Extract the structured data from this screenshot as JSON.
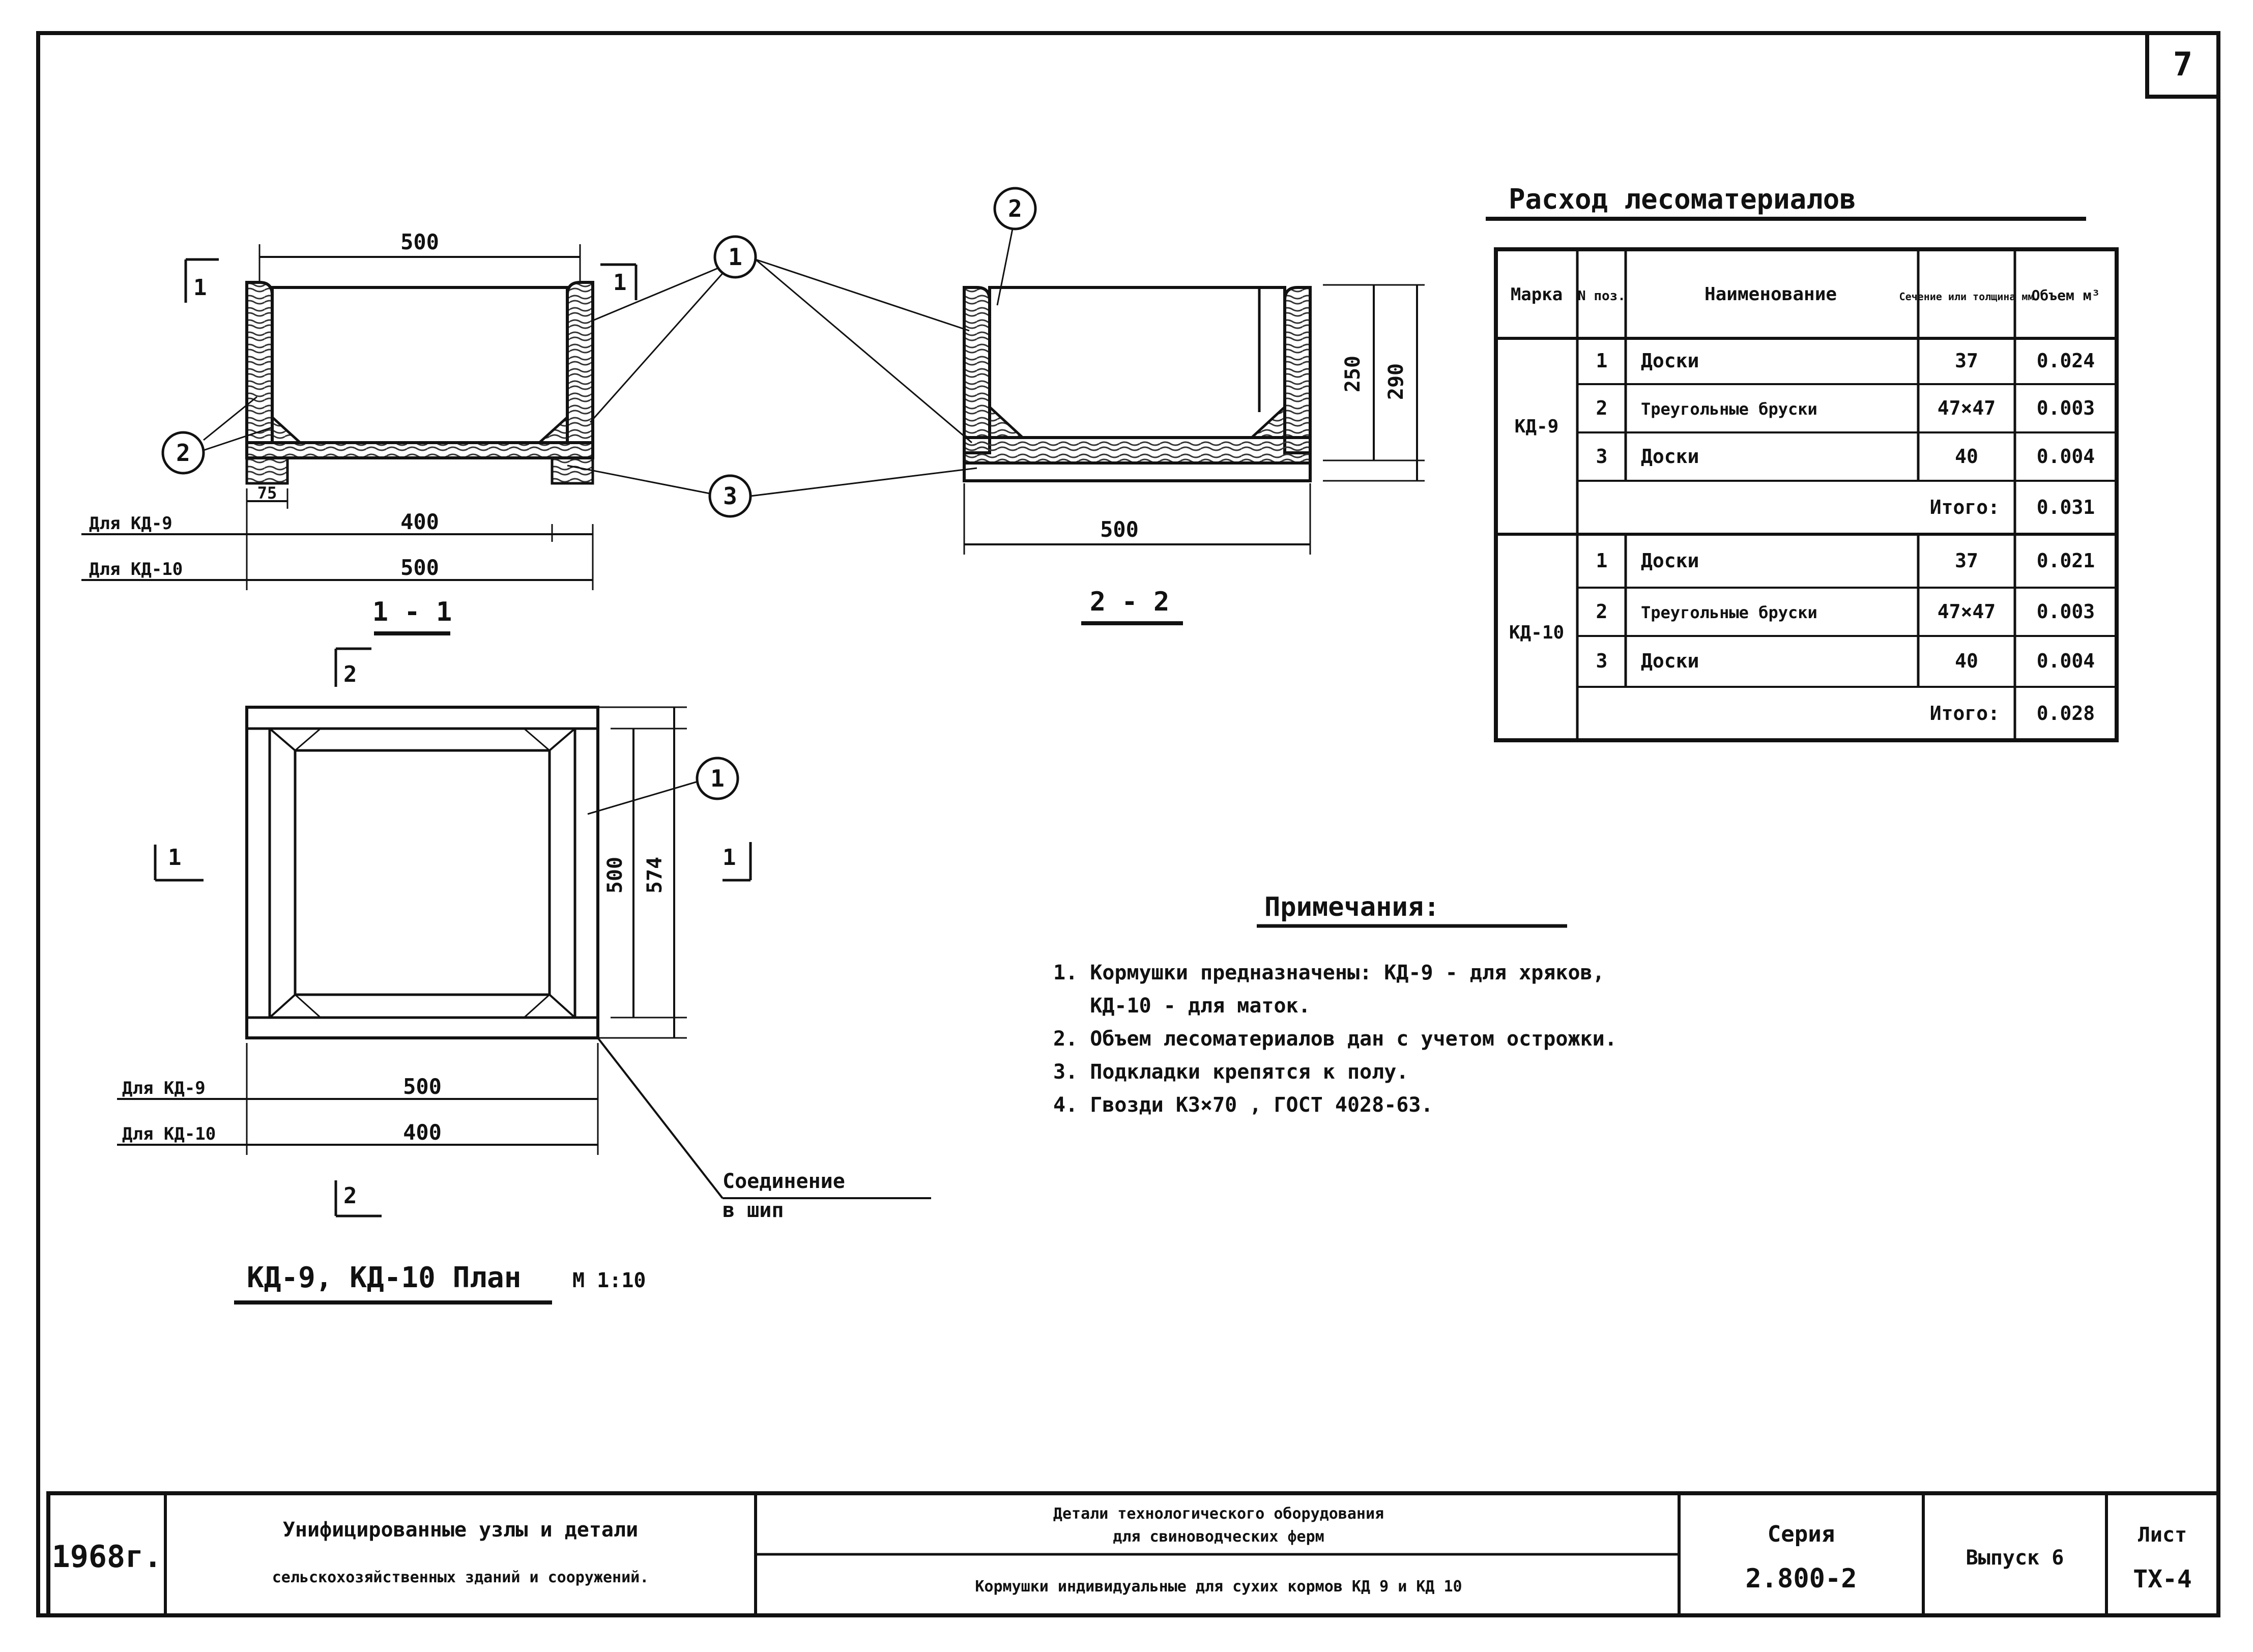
{
  "sheet_number": "7",
  "section_1": {
    "dim_width": "500",
    "dim_pad": "75",
    "dim_kd9": "400",
    "dim_kd10": "500",
    "label_kd9": "Для КД-9",
    "label_kd10": "Для КД-10",
    "cut_mark": "1",
    "caption": "1 - 1"
  },
  "section_2": {
    "dim_width": "500",
    "dim_inner_h": "250",
    "dim_outer_h": "290",
    "caption": "2 - 2"
  },
  "plan": {
    "dim_inner": "500",
    "dim_outer": "574",
    "dim_kd9": "500",
    "dim_kd10": "400",
    "label_kd9": "Для КД-9",
    "label_kd10": "Для КД-10",
    "cut_mark_1": "1",
    "cut_mark_2": "2",
    "joint_label_line1": "Соединение",
    "joint_label_line2": "в шип",
    "caption": "КД-9, КД-10  План",
    "scale": "М 1:10"
  },
  "callouts": [
    "1",
    "2",
    "3"
  ],
  "table": {
    "title": "Расход лесоматериалов",
    "headers": {
      "mark": "Марка",
      "pos": "N поз.",
      "name": "Наименование",
      "section": "Сечение или толщина мм",
      "volume": "Объем м³"
    },
    "groups": [
      {
        "mark": "КД-9",
        "rows": [
          {
            "pos": "1",
            "name": "Доски",
            "section": "37",
            "volume": "0.024"
          },
          {
            "pos": "2",
            "name": "Треугольные бруски",
            "section": "47×47",
            "volume": "0.003"
          },
          {
            "pos": "3",
            "name": "Доски",
            "section": "40",
            "volume": "0.004"
          }
        ],
        "total_label": "Итого:",
        "total": "0.031"
      },
      {
        "mark": "КД-10",
        "rows": [
          {
            "pos": "1",
            "name": "Доски",
            "section": "37",
            "volume": "0.021"
          },
          {
            "pos": "2",
            "name": "Треугольные бруски",
            "section": "47×47",
            "volume": "0.003"
          },
          {
            "pos": "3",
            "name": "Доски",
            "section": "40",
            "volume": "0.004"
          }
        ],
        "total_label": "Итого:",
        "total": "0.028"
      }
    ]
  },
  "notes": {
    "title": "Примечания:",
    "items": [
      "1. Кормушки предназначены: КД-9 - для хряков,",
      "   КД-10 - для маток.",
      "2. Объем лесоматериалов дан с учетом острожки.",
      "3. Подкладки крепятся к полу.",
      "4. Гвозди К3×70 , ГОСТ 4028-63."
    ]
  },
  "title_block": {
    "year": "1968г.",
    "series_line1": "Унифицированные узлы и детали",
    "series_line2": "сельскохозяйственных зданий и сооружений.",
    "subject_line1": "Детали технологического оборудования",
    "subject_line2": "для свиноводческих ферм",
    "subject_line3": "Кормушки индивидуальные для сухих кормов КД 9 и КД 10",
    "series_label": "Серия",
    "series_value": "2.800-2",
    "issue": "Выпуск 6",
    "sheet_label": "Лист",
    "sheet_value": "ТХ-4"
  }
}
